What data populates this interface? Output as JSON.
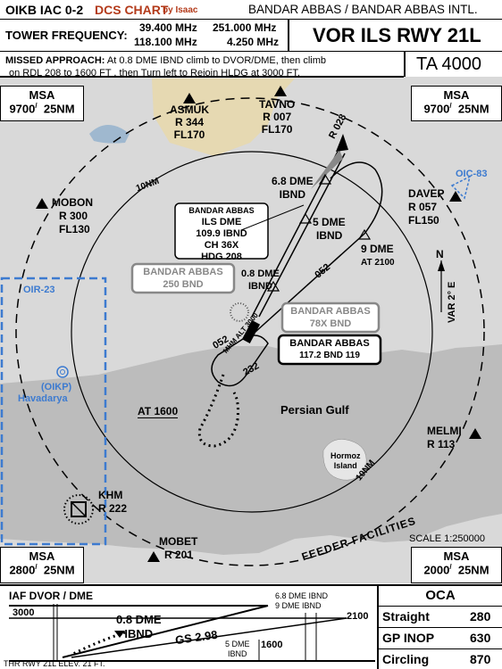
{
  "header": {
    "chart_id": "OIKB IAC 0-2",
    "dcs_chart": "DCS CHART",
    "by": "by Isaac",
    "airport": "BANDAR ABBAS / BANDAR ABBAS INTL.",
    "tower_label": "TOWER FREQUENCY:",
    "freq_a1": "39.400 MHz",
    "freq_a2": "251.000 MHz",
    "freq_b1": "118.100 MHz",
    "freq_b2": "4.250 MHz",
    "procedure": "VOR ILS RWY 21L",
    "missed_label": "MISSED APPROACH:",
    "missed_line1": "At 0.8 DME IBND climb to DVOR/DME,  then climb",
    "missed_line2": "on RDL 208 to 1600 FT , then Turn left to Rejoin HLDG at 3000 FT.",
    "ta": "TA 4000"
  },
  "msa": {
    "label": "MSA",
    "tl_alt": "9700",
    "tl_dist": "25NM",
    "tr_alt": "9700",
    "tr_dist": "25NM",
    "bl_alt": "2800",
    "bl_dist": "25NM",
    "br_alt": "2000",
    "br_dist": "25NM"
  },
  "fixes": {
    "asmuk": {
      "name": "ASMUK",
      "r": "R 344",
      "fl": "FL170"
    },
    "tavno": {
      "name": "TAVNO",
      "r": "R 007",
      "fl": "FL170"
    },
    "mobon": {
      "name": "MOBON",
      "r": "R 300",
      "fl": "FL130"
    },
    "davep": {
      "name": "DAVEP",
      "r": "R 057",
      "fl": "FL150"
    },
    "melmi": {
      "name": "MELMI",
      "r": "R 113"
    },
    "mobet": {
      "name": "MOBET",
      "r": "R 201"
    },
    "khm": {
      "name": "KHM",
      "r": "R 222"
    }
  },
  "map": {
    "r028": "R 028",
    "dme68": "6.8 DME",
    "ibnd1": "IBND",
    "dme5": "5 DME",
    "ibnd2": "IBND",
    "dme9": "9 DME",
    "at2100": "AT 2100",
    "c052_top": "052",
    "dme08": "0.8 DME",
    "ibnd3": "IBND",
    "c052_hold": "052",
    "c232": "232",
    "mhm_alt": "MHM ALT 3000",
    "at1600": "AT 1600",
    "persian_gulf": "Persian Gulf",
    "hormoz": "Hormoz",
    "island": "Island",
    "nm10_a": "10NM",
    "nm10_b": "10NM",
    "oic83": "OIC-83",
    "oir23": "OIR-23",
    "oikp": "(OIKP)",
    "havadarya": "Havadarya",
    "north": "N",
    "var": "VAR 2° E",
    "scale": "SCALE 1:250000",
    "feeder": "FEEDER FACILITIES"
  },
  "navaids": {
    "ils": {
      "name": "BANDAR ABBAS",
      "l1": "ILS DME",
      "l2": "109.9  IBND",
      "l3": "CH 36X",
      "l4": "HDG 208"
    },
    "ndb": {
      "name": "BANDAR ABBAS",
      "l1": "250 BND"
    },
    "tacan": {
      "name": "BANDAR ABBAS",
      "l1": "78X BND"
    },
    "vor": {
      "name": "BANDAR ABBAS",
      "l1": "117.2 BND 119"
    }
  },
  "profile": {
    "iaf": "IAF DVOR / DME",
    "alt3000": "3000",
    "dme08": "0.8 DME",
    "ibnd": "IBND",
    "gs": "GS 2.98",
    "dme5": "5 DME",
    "ibnd5": "IBND",
    "alt1600": "1600",
    "dme68": "6.8 DME IBND",
    "dme9": "9 DME IBND",
    "alt2100": "2100",
    "thr": "THR RWY 21L  ELEV. 21 FT."
  },
  "oca": {
    "title": "OCA",
    "straight_label": "Straight",
    "straight_val": "280",
    "gpinop_label": "GP INOP",
    "gpinop_val": "630",
    "circling_label": "Circling",
    "circling_val": "870"
  }
}
